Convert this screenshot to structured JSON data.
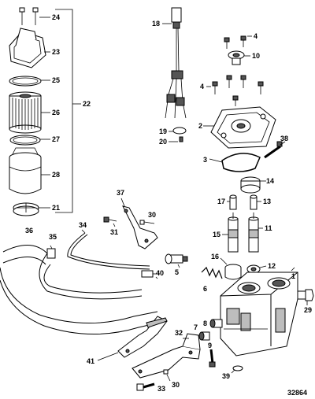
{
  "figure_number": "32864",
  "callouts": {
    "c1": "1",
    "c2": "2",
    "c3": "3",
    "c4a": "4",
    "c4b": "4",
    "c5": "5",
    "c6": "6",
    "c7": "7",
    "c8": "8",
    "c9": "9",
    "c10": "10",
    "c11": "11",
    "c12": "12",
    "c13": "13",
    "c14": "14",
    "c15": "15",
    "c16": "16",
    "c17": "17",
    "c18": "18",
    "c19": "19",
    "c20": "20",
    "c21": "21",
    "c22": "22",
    "c23": "23",
    "c24": "24",
    "c25": "25",
    "c26": "26",
    "c27": "27",
    "c28": "28",
    "c29": "29",
    "c30a": "30",
    "c30b": "30",
    "c31": "31",
    "c32": "32",
    "c33": "33",
    "c34": "34",
    "c35": "35",
    "c36": "36",
    "c37": "37",
    "c38": "38",
    "c39": "39",
    "c40": "40",
    "c41": "41"
  }
}
